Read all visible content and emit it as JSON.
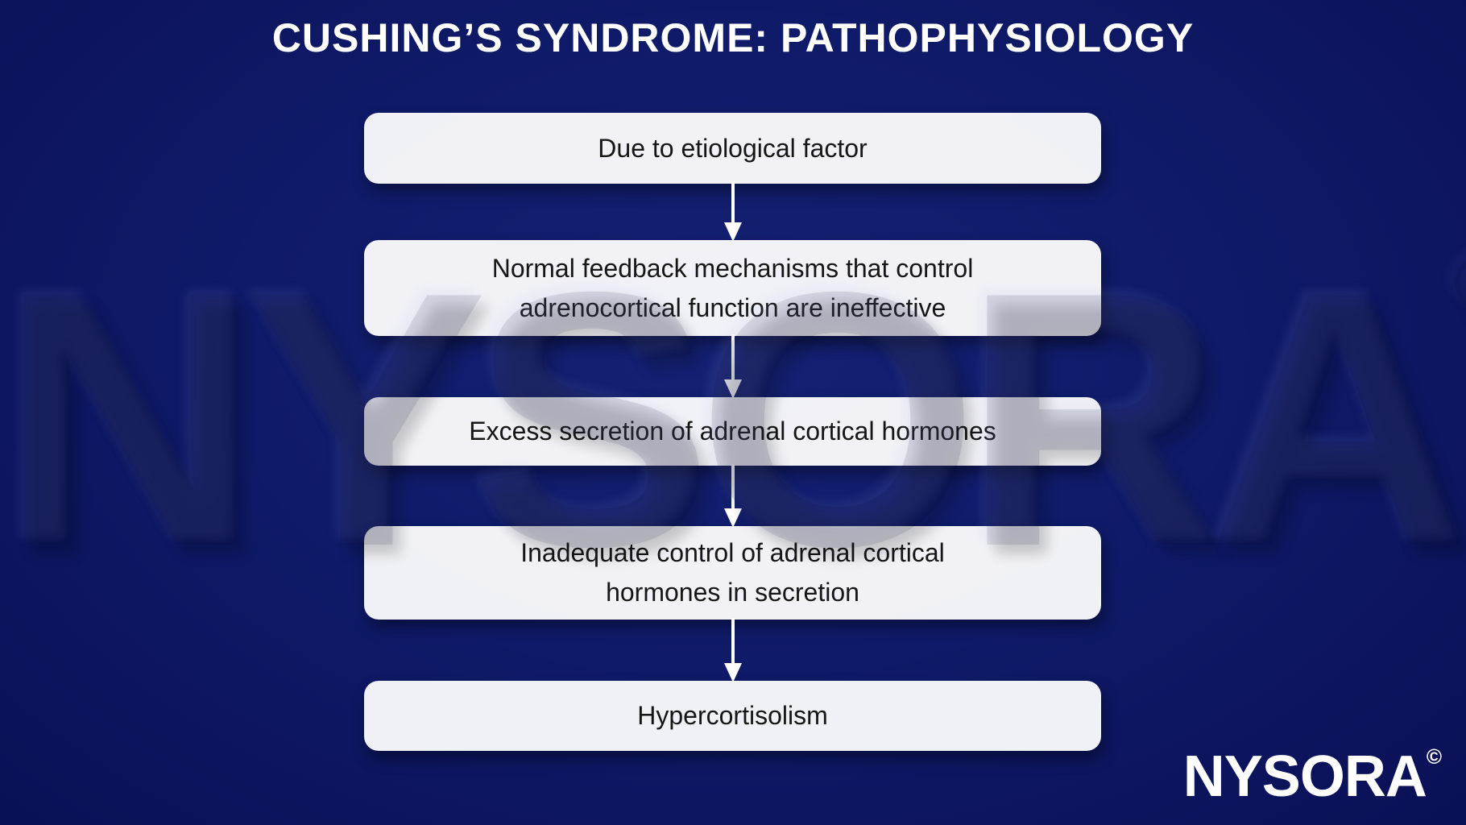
{
  "title": "CUSHING’S SYNDROME: PATHOPHYSIOLOGY",
  "flow": {
    "type": "vertical-flowchart",
    "steps": [
      "Due to etiological factor",
      "Normal feedback mechanisms that control\nadrenocortical function are ineffective",
      "Excess secretion of adrenal cortical hormones",
      "Inadequate control of adrenal cortical\nhormones in secretion",
      "Hypercortisolism"
    ]
  },
  "watermark": {
    "text": "NYSORA",
    "copyright": "©"
  },
  "logo": {
    "text": "NYSORA",
    "copyright": "©"
  },
  "colors": {
    "background": "#0f1a68",
    "box_background": "#ffffff",
    "box_text": "#161616",
    "title_text": "#ffffff",
    "arrow": "#ffffff"
  }
}
